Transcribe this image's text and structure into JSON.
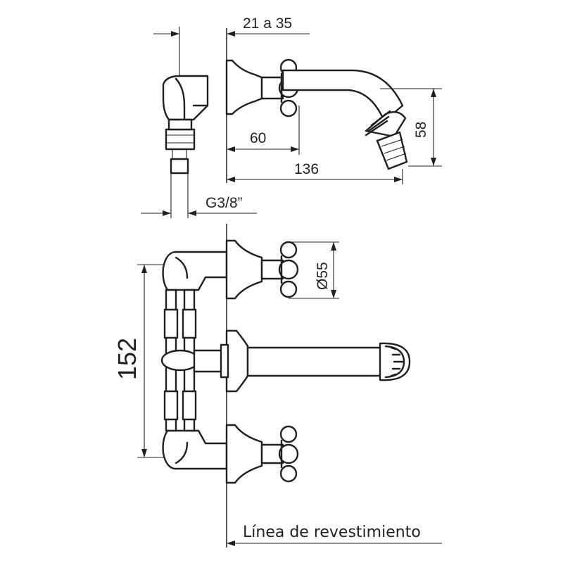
{
  "dimensions": {
    "wall_range": "21 a 35",
    "handle_depth": "60",
    "spout_reach": "136",
    "spout_height": "58",
    "inlet_thread": "G3/8”",
    "handle_diameter": "Ø55",
    "centers_distance": "152"
  },
  "wall_line_label": "Línea de revestimiento"
}
